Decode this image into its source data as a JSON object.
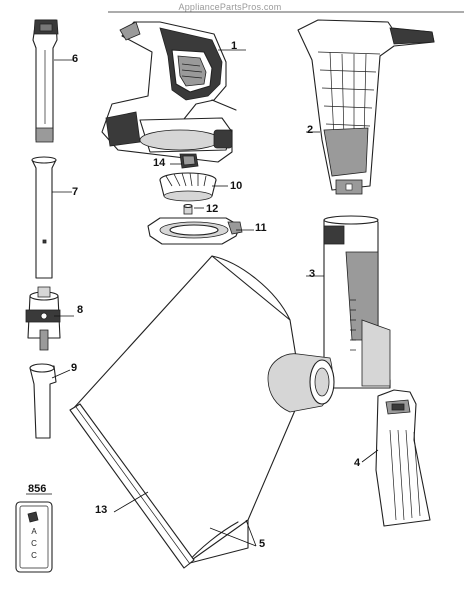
{
  "watermark": "AppliancePartsPros.com",
  "callouts": {
    "c1": "1",
    "c2": "2",
    "c3": "3",
    "c4": "4",
    "c5": "5",
    "c6": "6",
    "c7": "7",
    "c8": "8",
    "c9": "9",
    "c10": "10",
    "c11": "11",
    "c12": "12",
    "c13": "13",
    "c14": "14",
    "c856": "856"
  },
  "label_856": {
    "letters": [
      "A",
      "C",
      "C"
    ]
  }
}
